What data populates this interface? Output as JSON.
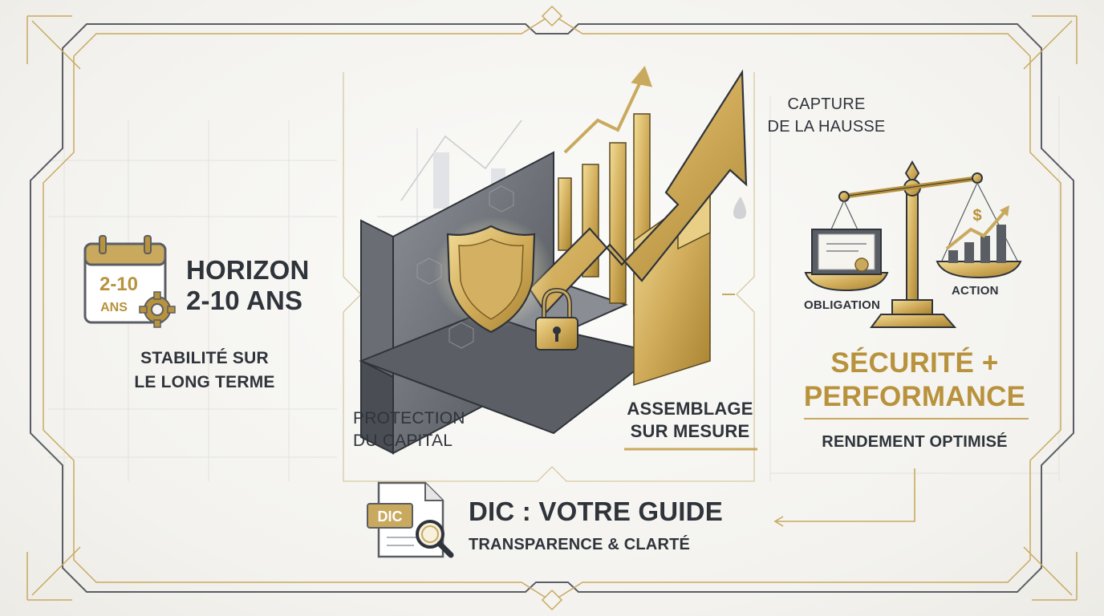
{
  "colors": {
    "gold": "#b8923c",
    "dark": "#2f343b",
    "frame": "#55595f",
    "background": "#f4f3ef"
  },
  "horizon": {
    "badge_range": "2-10",
    "badge_unit": "ANS",
    "title": "HORIZON\n2-10 ANS",
    "subtitle": "STABILITÉ SUR\nLE LONG TERME",
    "icons": [
      "calendar-icon",
      "gear-icon"
    ]
  },
  "center": {
    "protection_label": "PROTECTION\nDU CAPITAL",
    "assemblage_label": "ASSEMBLAGE\nSUR MESURE",
    "capture_label": "CAPTURE\nDE LA HAUSSE",
    "icons": [
      "shield-icon",
      "padlock-icon",
      "arrow-up-icon",
      "bar-chart-icon"
    ]
  },
  "balance": {
    "left_label": "OBLIGATION",
    "right_label": "ACTION",
    "title": "SÉCURITÉ +\nPERFORMANCE",
    "subtitle": "RENDEMENT OPTIMISÉ",
    "icons": [
      "scale-icon",
      "certificate-icon",
      "dollar-chart-icon"
    ]
  },
  "dic": {
    "doc_tag": "DIC",
    "title": "DIC : VOTRE GUIDE",
    "subtitle": "TRANSPARENCE & CLARTÉ",
    "icons": [
      "document-icon",
      "magnifier-icon"
    ]
  }
}
